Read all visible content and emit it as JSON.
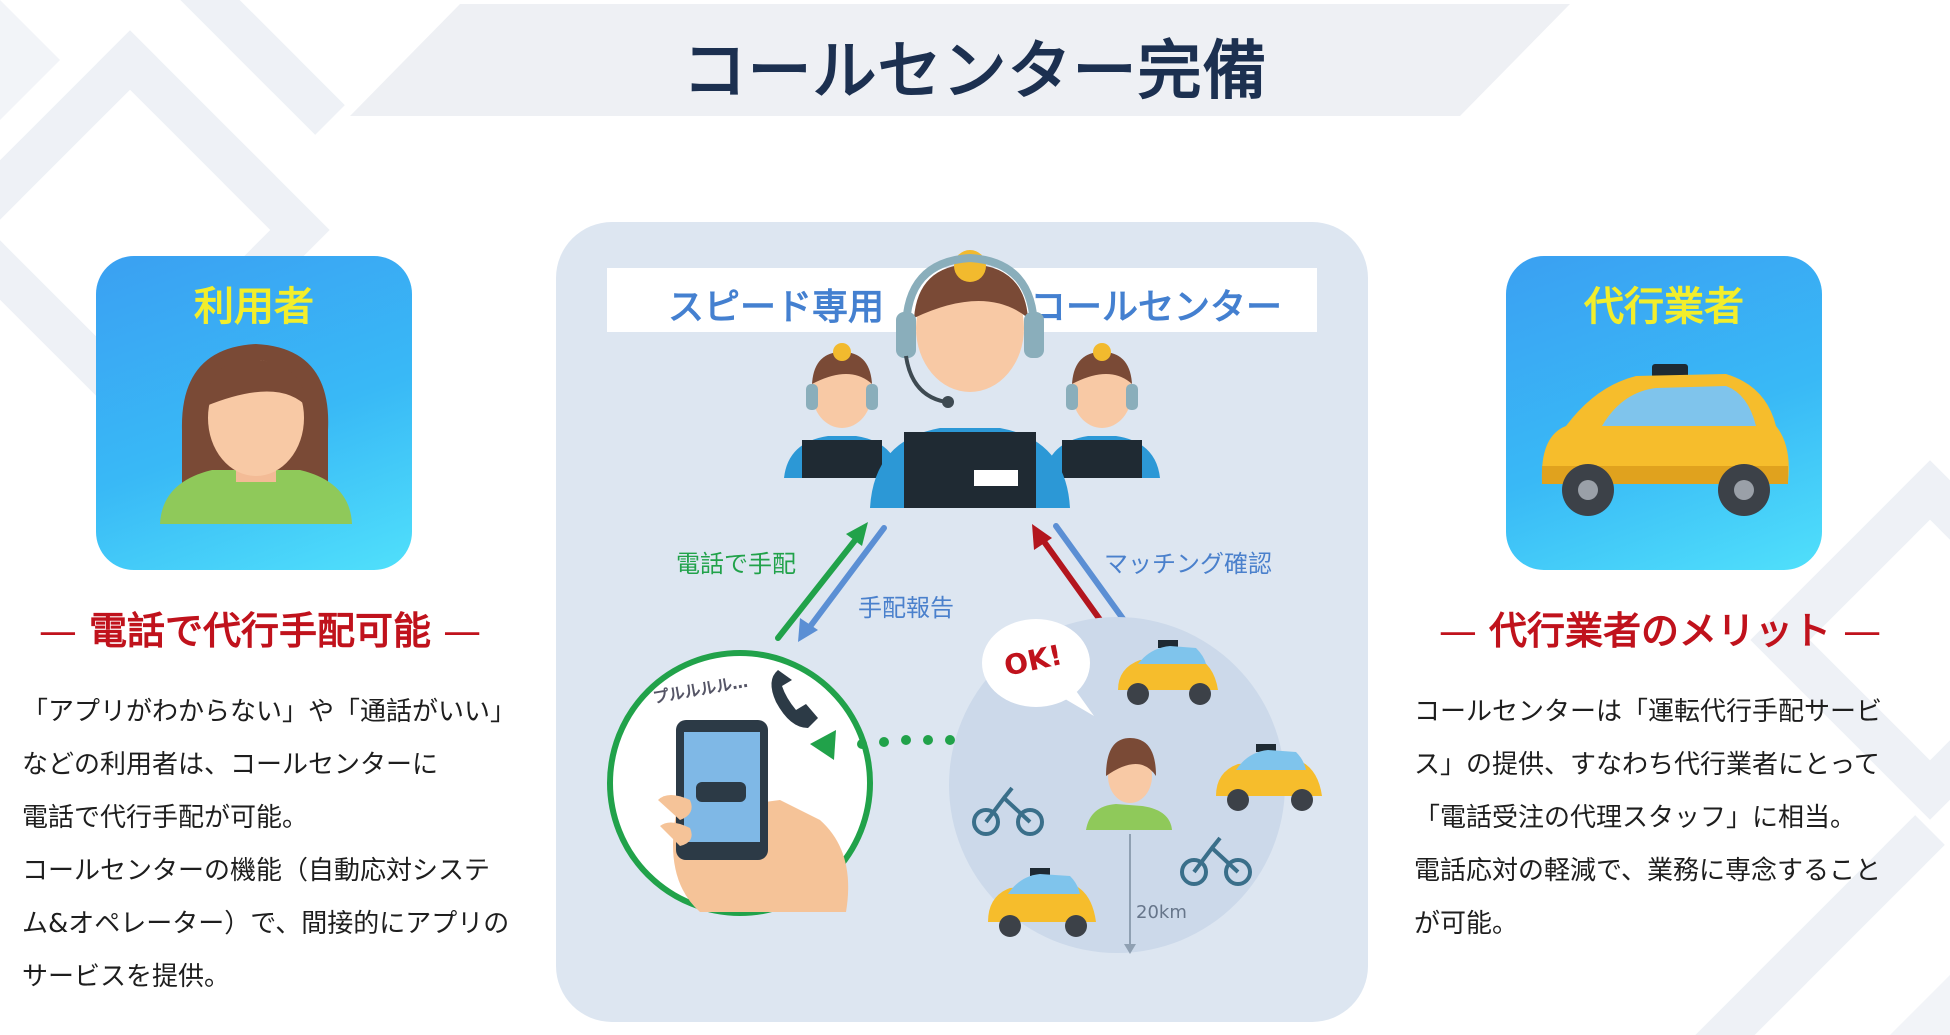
{
  "title": "コールセンター完備",
  "left": {
    "card_label": "利用者",
    "heading": "電話で代行手配可能",
    "body": [
      "「アプリがわからない」や「通話がいい」",
      "などの利用者は、コールセンターに",
      "電話で代行手配が可能。",
      "コールセンターの機能（自動応対システ",
      "ム&オペレーター）で、間接的にアプリの",
      "サービスを提供。"
    ]
  },
  "right": {
    "card_label": "代行業者",
    "heading": "代行業者のメリット",
    "body": [
      "コールセンターは「運転代行手配サービ",
      "ス」の提供、すなわち代行業者にとって",
      "「電話受注の代理スタッフ」に相当。",
      "電話応対の軽減で、業務に専念すること",
      "が可能。"
    ]
  },
  "center": {
    "banner_left": "スピード専用",
    "banner_right": "コールセンター",
    "arrow_phone": "電話で手配",
    "arrow_report": "手配報告",
    "arrow_matching": "マッチング確認",
    "ring_sound": "プルルルル…",
    "ok_bubble": "OK!",
    "distance": "20km"
  },
  "colors": {
    "title": "#1c3050",
    "heading_red": "#c0121c",
    "card_label_yellow": "#f2ee2c",
    "accent_blue": "#4480d0",
    "green": "#21a24a"
  }
}
